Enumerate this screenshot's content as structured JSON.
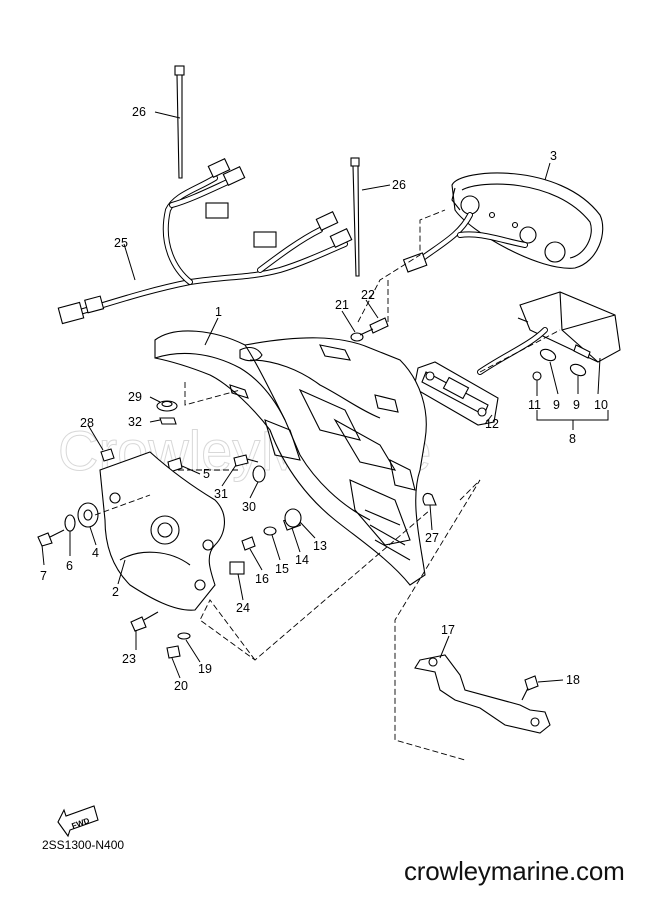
{
  "watermark": "CrowleyMarine",
  "diagram_code": "2SS1300-N400",
  "website": "crowleymarine.com",
  "fwd_label": "FWD",
  "callouts": [
    {
      "id": "c26a",
      "label": "26"
    },
    {
      "id": "c26b",
      "label": "26"
    },
    {
      "id": "c3",
      "label": "3"
    },
    {
      "id": "c25",
      "label": "25"
    },
    {
      "id": "c21",
      "label": "21"
    },
    {
      "id": "c22",
      "label": "22"
    },
    {
      "id": "c1",
      "label": "1"
    },
    {
      "id": "c29",
      "label": "29"
    },
    {
      "id": "c32",
      "label": "32"
    },
    {
      "id": "c28",
      "label": "28"
    },
    {
      "id": "c5",
      "label": "5"
    },
    {
      "id": "c31",
      "label": "31"
    },
    {
      "id": "c30",
      "label": "30"
    },
    {
      "id": "c7",
      "label": "7"
    },
    {
      "id": "c6",
      "label": "6"
    },
    {
      "id": "c4",
      "label": "4"
    },
    {
      "id": "c2",
      "label": "2"
    },
    {
      "id": "c16",
      "label": "16"
    },
    {
      "id": "c15",
      "label": "15"
    },
    {
      "id": "c14",
      "label": "14"
    },
    {
      "id": "c13",
      "label": "13"
    },
    {
      "id": "c24",
      "label": "24"
    },
    {
      "id": "c27",
      "label": "27"
    },
    {
      "id": "c12",
      "label": "12"
    },
    {
      "id": "c11",
      "label": "11"
    },
    {
      "id": "c9a",
      "label": "9"
    },
    {
      "id": "c9b",
      "label": "9"
    },
    {
      "id": "c10",
      "label": "10"
    },
    {
      "id": "c8",
      "label": "8"
    },
    {
      "id": "c23",
      "label": "23"
    },
    {
      "id": "c19",
      "label": "19"
    },
    {
      "id": "c20",
      "label": "20"
    },
    {
      "id": "c17",
      "label": "17"
    },
    {
      "id": "c18",
      "label": "18"
    }
  ]
}
